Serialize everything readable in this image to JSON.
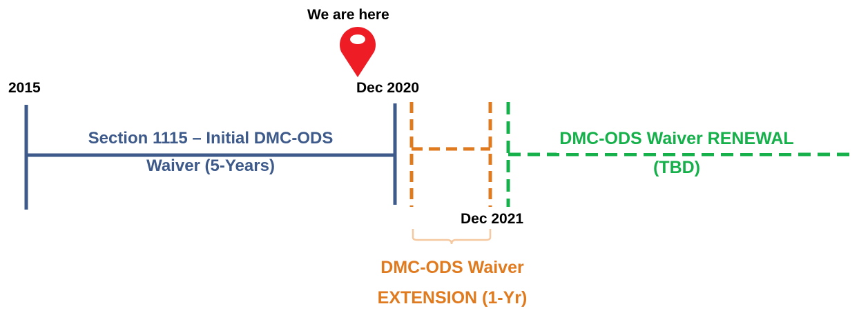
{
  "marker": {
    "label": "We are here",
    "icon": "map-pin-icon"
  },
  "dates": {
    "start": "2015",
    "initial_end": "Dec 2020",
    "extension_end": "Dec 2021"
  },
  "phases": {
    "initial": {
      "line1": "Section 1115 – Initial DMC-ODS",
      "line2": "Waiver (5-Years)"
    },
    "extension": {
      "line1": "DMC-ODS Waiver",
      "line2": "EXTENSION (1-Yr)"
    },
    "renewal": {
      "line1": "DMC-ODS Waiver RENEWAL",
      "line2": "(TBD)"
    }
  },
  "colors": {
    "initial": "#3d5a8a",
    "extension": "#e07a1f",
    "extension_bracket": "#f6c8a0",
    "renewal": "#16b04b",
    "marker": "#ee1c24"
  }
}
